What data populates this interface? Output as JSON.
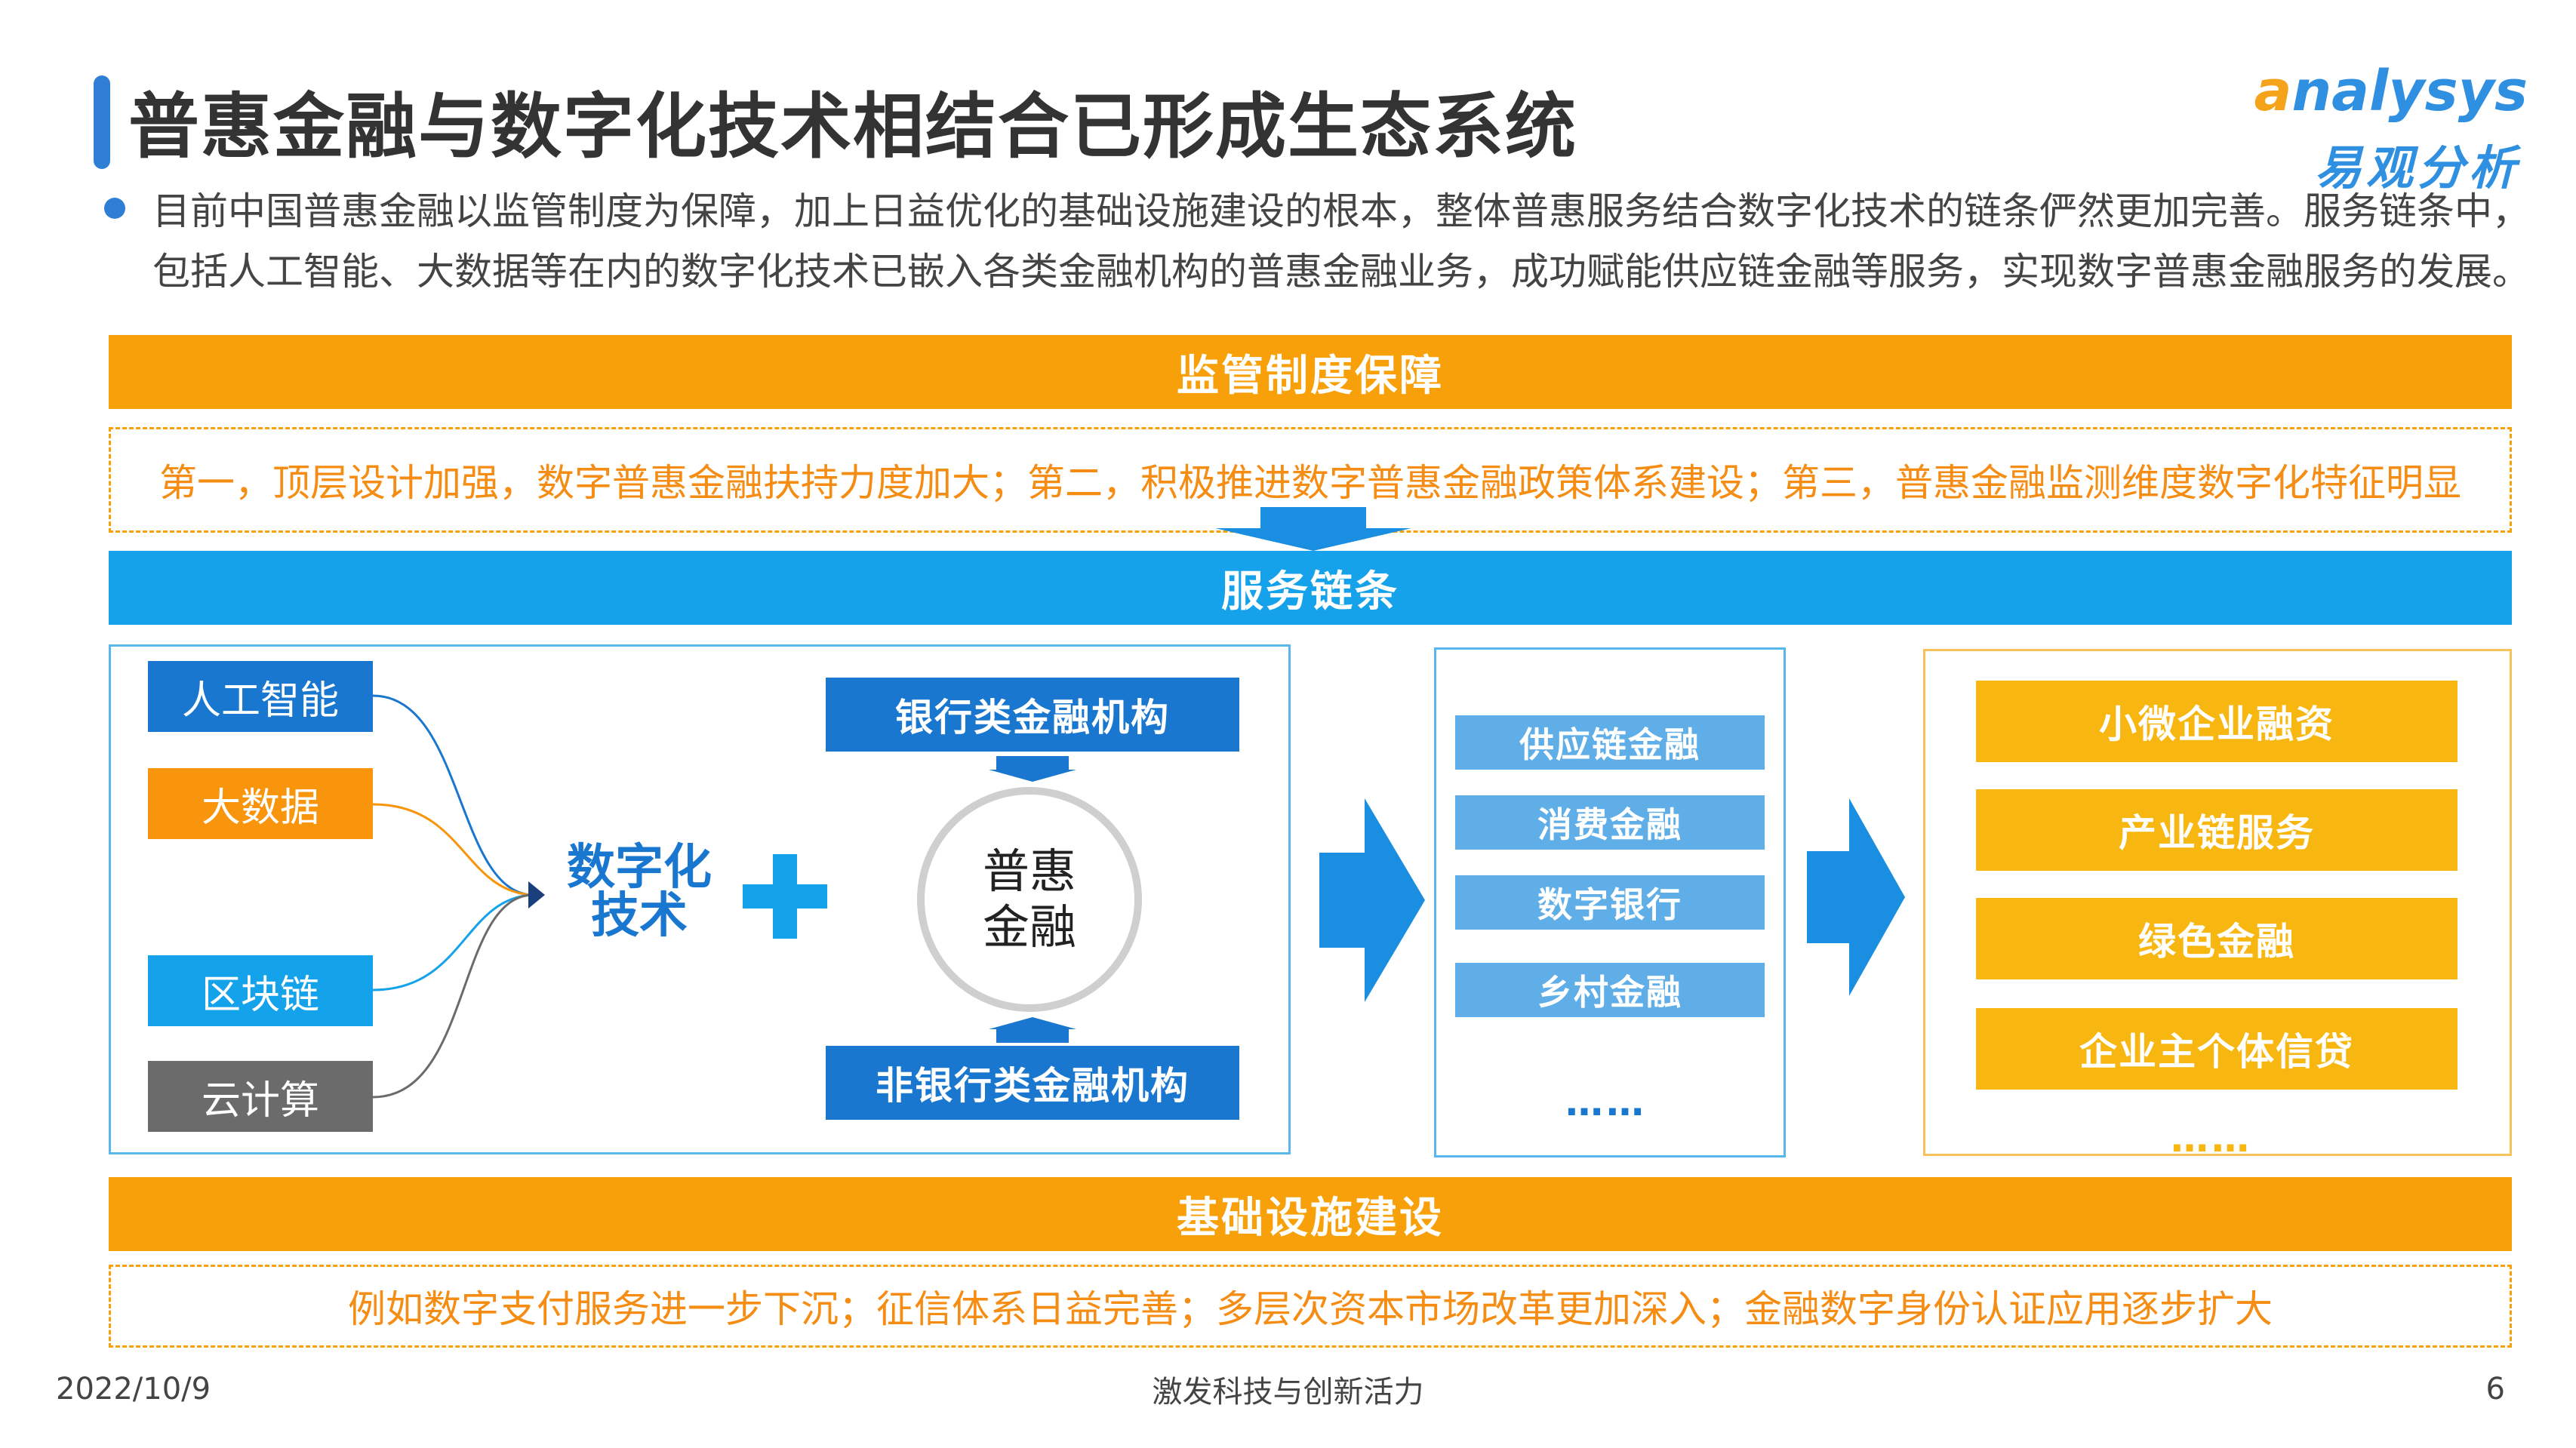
{
  "title": "普惠金融与数字化技术相结合已形成生态系统",
  "logo": {
    "en_a": "a",
    "en_rest": "nalysys",
    "cn": "易观分析"
  },
  "intro": {
    "line1": "目前中国普惠金融以监管制度为保障，加上日益优化的基础设施建设的根本，整体普惠服务结合数字化技术的链条俨然更加完善。服务链条中，",
    "line2": "包括人工智能、大数据等在内的数字化技术已嵌入各类金融机构的普惠金融业务，成功赋能供应链金融等服务，实现数字普惠金融服务的发展。"
  },
  "regulation": {
    "header": "监管制度保障",
    "text": "第一，顶层设计加强，数字普惠金融扶持力度加大；第二，积极推进数字普惠金融政策体系建设；第三，普惠金融监测维度数字化特征明显"
  },
  "service_chain": {
    "header": "服务链条"
  },
  "technologies": [
    {
      "label": "人工智能",
      "color": "#1a77cf"
    },
    {
      "label": "大数据",
      "color": "#f8950c"
    },
    {
      "label": "区块链",
      "color": "#14a3ea"
    },
    {
      "label": "云计算",
      "color": "#6b6b6b"
    }
  ],
  "digital_tech": {
    "line1": "数字化",
    "line2": "技术"
  },
  "inclusive": {
    "line1": "普惠",
    "line2": "金融"
  },
  "institutions": {
    "bank": "银行类金融机构",
    "non_bank": "非银行类金融机构"
  },
  "services": [
    "供应链金融",
    "消费金融",
    "数字银行",
    "乡村金融"
  ],
  "services_more": "……",
  "results": [
    "小微企业融资",
    "产业链服务",
    "绿色金融",
    "企业主个体信贷"
  ],
  "results_more": "……",
  "infrastructure": {
    "header": "基础设施建设",
    "text": "例如数字支付服务进一步下沉；征信体系日益完善；多层次资本市场改革更加深入；金融数字身份认证应用逐步扩大"
  },
  "footer": {
    "date": "2022/10/9",
    "slogan": "激发科技与创新活力",
    "page": "6"
  },
  "colors": {
    "orange": "#f8a009",
    "blue": "#16a2ea",
    "dark_blue": "#1a77cf",
    "gold": "#f8b610"
  }
}
